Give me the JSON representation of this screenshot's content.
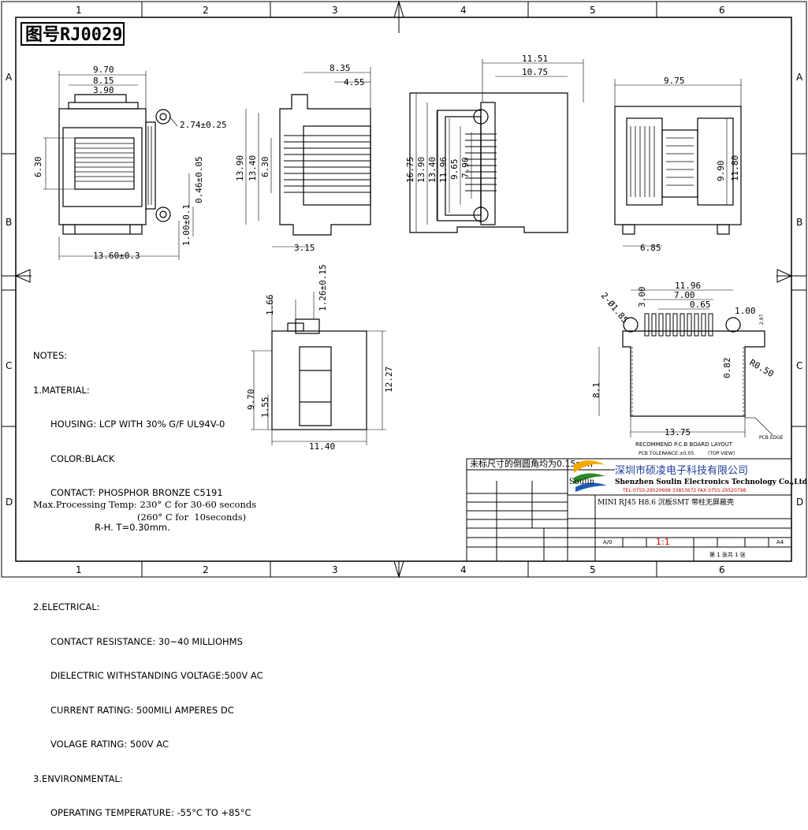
{
  "drawing_no": "图号RJ0029",
  "grid": {
    "cols": [
      "1",
      "2",
      "3",
      "4",
      "5",
      "6"
    ],
    "rows": [
      "A",
      "B",
      "C",
      "D"
    ]
  },
  "front_view": {
    "w1": "9.70",
    "w2": "8.15",
    "w3": "3.90",
    "h_port": "6.30",
    "pitch": "2.74±0.25",
    "pin_w": "0.46±0.05",
    "pin_gap": "1.00±0.1",
    "width": "13.60±0.3"
  },
  "side_view": {
    "d1": "8.35",
    "d2": "4.55",
    "h1": "13.90",
    "h2": "13.40",
    "h3": "6.30",
    "foot": "3.15"
  },
  "right_view": {
    "d1": "11.51",
    "d2": "10.75",
    "h1": "16.75",
    "h2": "13.90",
    "h3": "13.40",
    "h4": "11.96",
    "h5": "9.65",
    "h6": "7.90"
  },
  "rear_view": {
    "w": "9.75",
    "h1": "9.90",
    "h2": "11.80",
    "foot": "6.85"
  },
  "bottom_view": {
    "d1": "1.66",
    "d2": "1.26±0.15",
    "h1": "9.70",
    "h2": "1.55",
    "h3": "12.27",
    "w": "11.40"
  },
  "pcb_layout": {
    "w": "11.96",
    "d1": "3.00",
    "d2": "7.00",
    "d3": "0.65",
    "d4": "1.00",
    "d5": "2.97",
    "hole": "2-Ø1.85",
    "r": "R0.50",
    "d6": "0.82",
    "d7": "8.1",
    "d8": "13.75",
    "title": "RECOMMEND P.C.B BOARD LAYOUT",
    "tol": "PCB TOLERANCE:±0.05",
    "top": "(TOP VIEW)",
    "edge": "PCB EDGE"
  },
  "notes": {
    "heading": "NOTES:",
    "m1": "1.MATERIAL:",
    "m2": "HOUSING: LCP WITH 30% G/F UL94V-0",
    "m3": "COLOR:BLACK",
    "m4": "CONTACT: PHOSPHOR BRONZE C5191",
    "m5": "R-H. T=0.30mm.",
    "e1": "2.ELECTRICAL:",
    "e2": "CONTACT RESISTANCE: 30~40 MILLIOHMS",
    "e3": "DIELECTRIC WITHSTANDING VOLTAGE:500V AC",
    "e4": "CURRENT RATING: 500MILI AMPERES DC",
    "e5": "VOLAGE RATING: 500V AC",
    "v1": "3.ENVIRONMENTAL:",
    "v2": "OPERATING TEMPERATURE: -55°C TO +85°C",
    "p1": "Max.Processing Temp: 230° C for 30-60 seconds",
    "p2": "(260° C for  10seconds)"
  },
  "title_block": {
    "radius_note": "未标尺寸的倒圆角均为0.15mm",
    "company_cn": "深圳市硕凌电子科技有限公司",
    "company_en": "Shenzhen Soulin Electronics Technology Co.,Ltd",
    "contact": "TEL:0755-29520698 33853672  FAX:0755-29520798",
    "logo": "Soulin",
    "product": "MINI RJ45 H8.6 沉板SMT  带柱无屏蔽壳",
    "scale": "1:1",
    "rev": "A/0",
    "size": "A4",
    "sheet": "第 1  张共 1  张"
  }
}
